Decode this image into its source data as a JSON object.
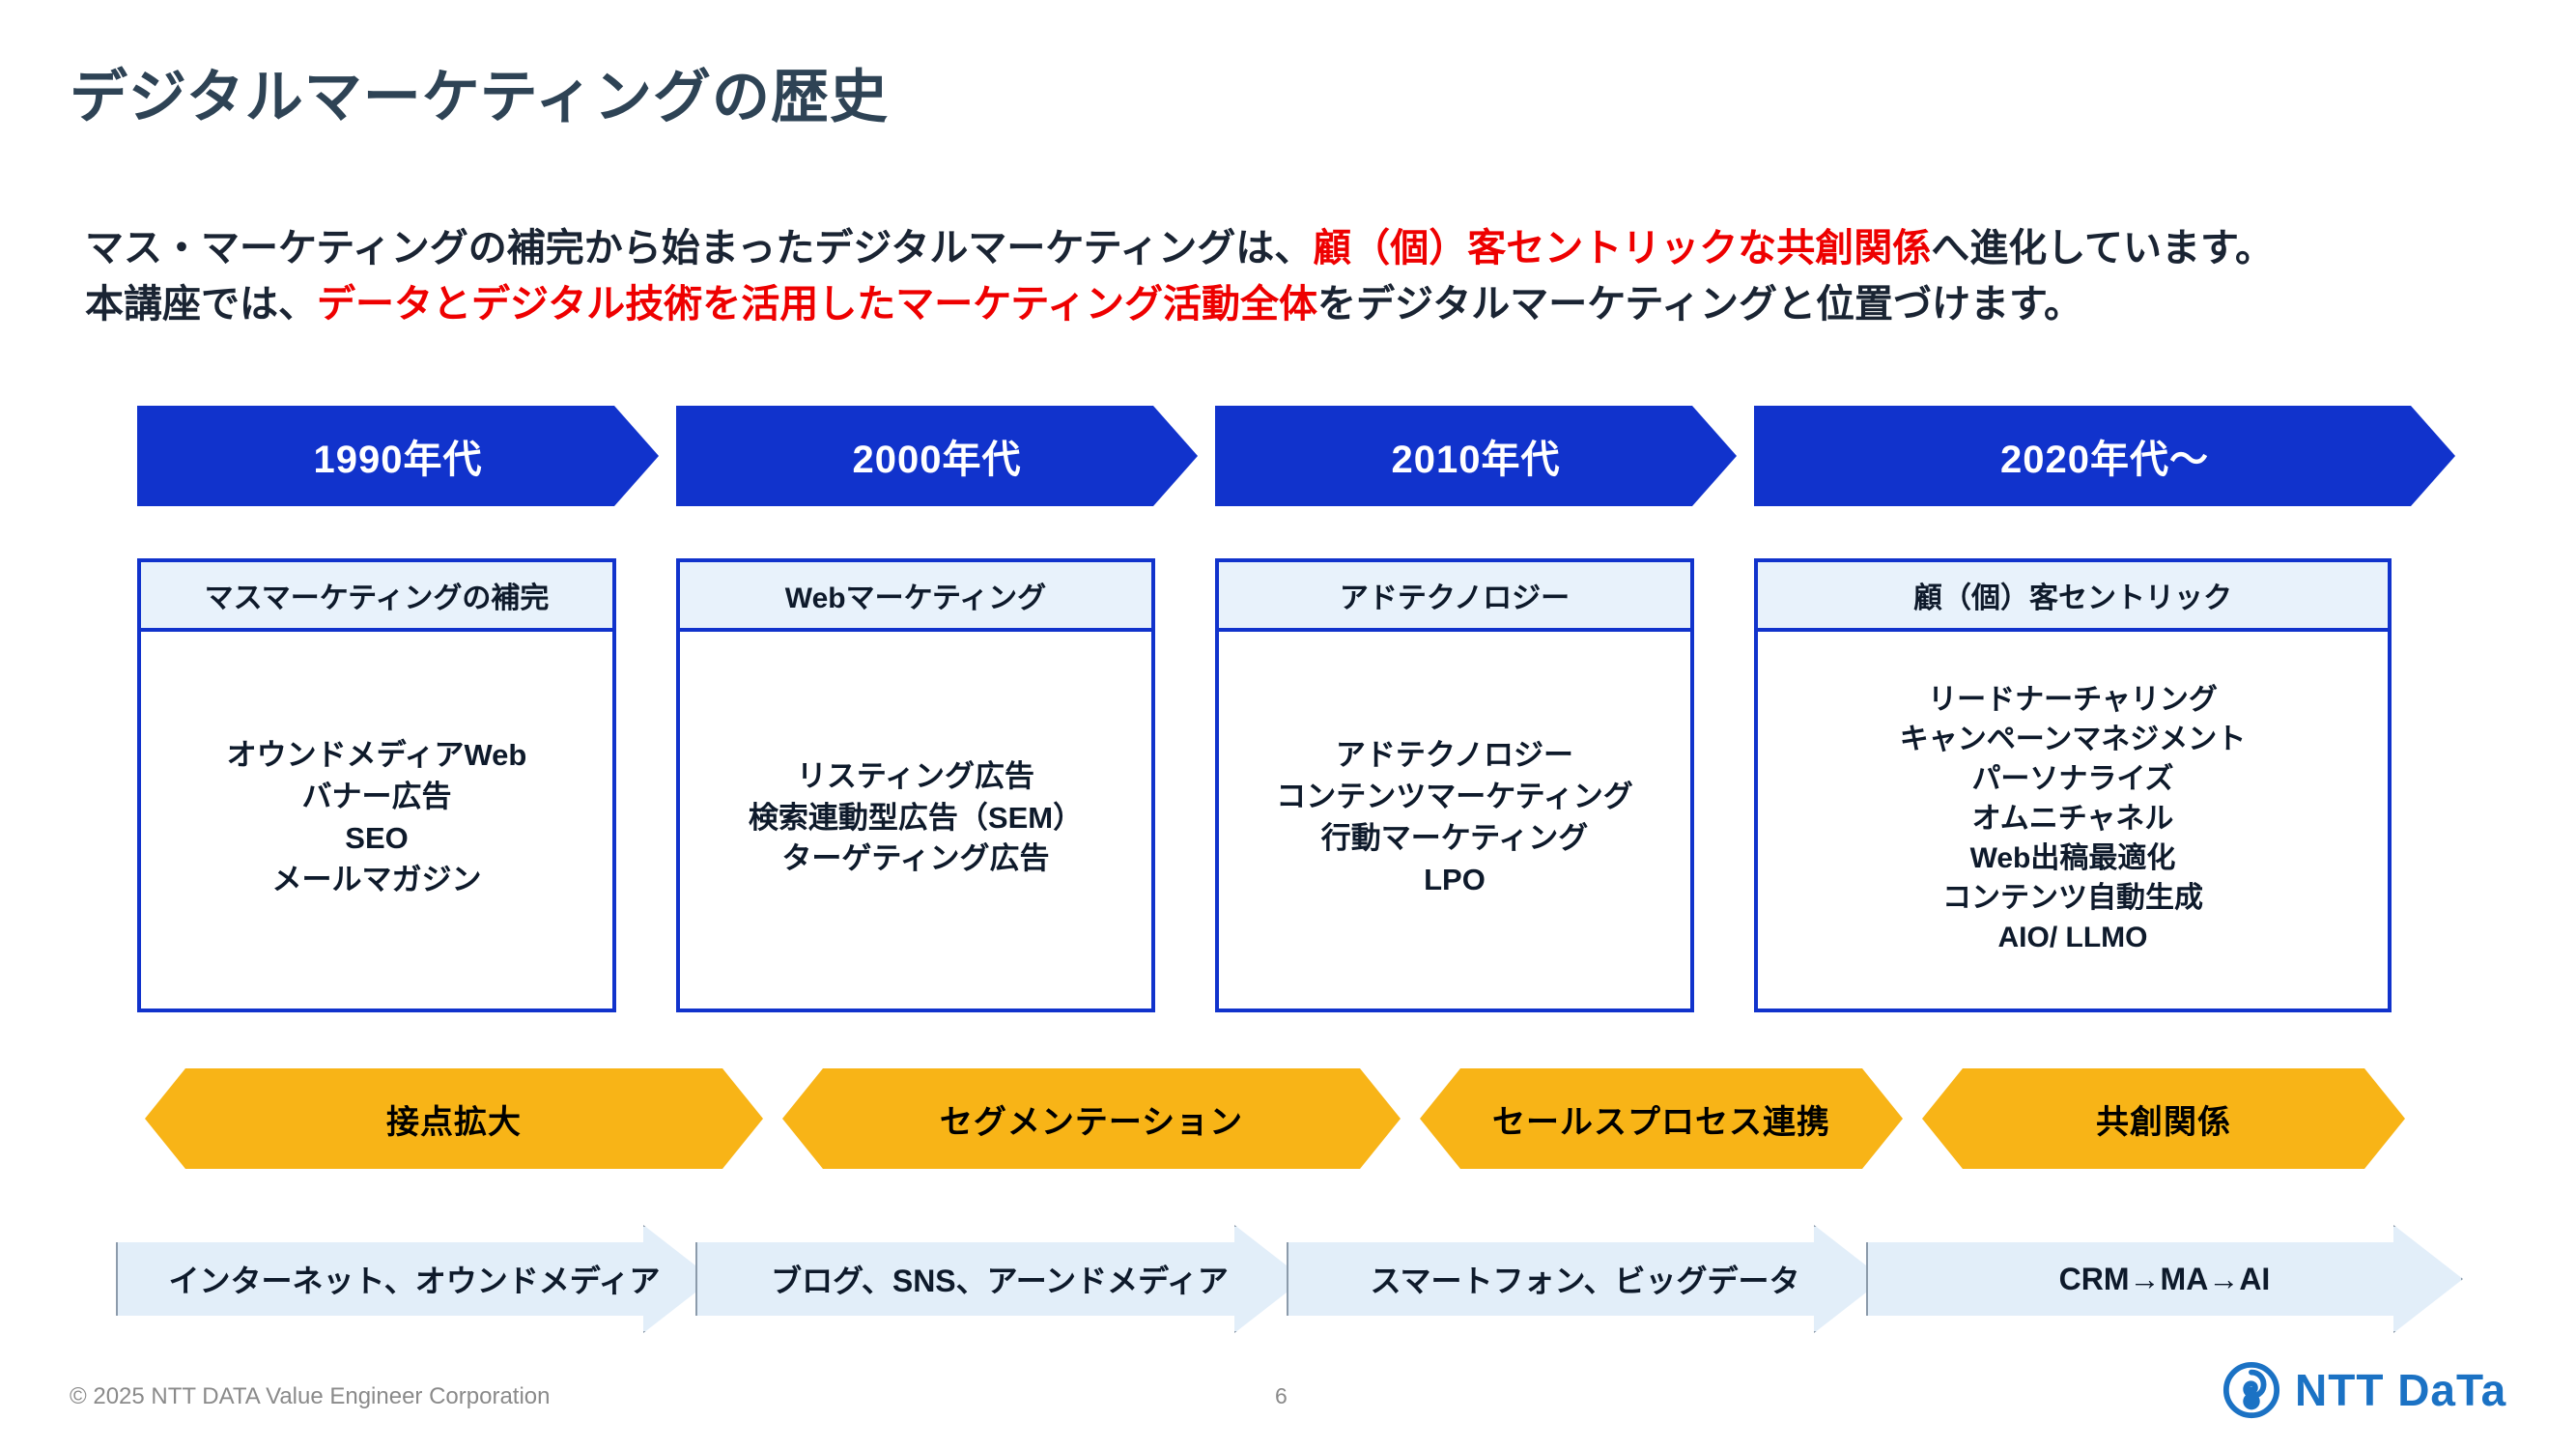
{
  "slide": {
    "title": "デジタルマーケティングの歴史",
    "lead": {
      "line1_a": "マス・マーケティングの補完から始まったデジタルマーケティングは、",
      "line1_hl": "顧（個）客セントリックな共創関係",
      "line1_b": "へ進化しています。",
      "line2_a": "本講座では、",
      "line2_hl": "データとデジタル技術を活用したマーケティング活動全体",
      "line2_b": "をデジタルマーケティングと位置づけます。"
    }
  },
  "eras": [
    {
      "label": "1990年代"
    },
    {
      "label": "2000年代"
    },
    {
      "label": "2010年代"
    },
    {
      "label": "2020年代〜"
    }
  ],
  "columns": [
    {
      "header": "マスマーケティングの補完",
      "items": [
        "オウンドメディアWeb",
        "バナー広告",
        "SEO",
        "メールマガジン"
      ]
    },
    {
      "header": "Webマーケティング",
      "items": [
        "リスティング広告",
        "検索連動型広告（SEM）",
        "ターゲティング広告"
      ]
    },
    {
      "header": "アドテクノロジー",
      "items": [
        "アドテクノロジー",
        "コンテンツマーケティング",
        "行動マーケティング",
        "LPO"
      ]
    },
    {
      "header": "顧（個）客セントリック",
      "items": [
        "リードナーチャリング",
        "キャンペーンマネジメント",
        "パーソナライズ",
        "オムニチャネル",
        "Web出稿最適化",
        "コンテンツ自動生成",
        "AIO/ LLMO"
      ]
    }
  ],
  "themes": [
    {
      "label": "接点拡大"
    },
    {
      "label": "セグメンテーション"
    },
    {
      "label": "セールスプロセス連携"
    },
    {
      "label": "共創関係"
    }
  ],
  "technologies": [
    {
      "label": "インターネット、オウンドメディア"
    },
    {
      "label": "ブログ、SNS、アーンドメディア"
    },
    {
      "label": "スマートフォン、ビッグデータ"
    },
    {
      "label": "CRM→MA→AI"
    }
  ],
  "footer": {
    "copyright": "© 2025 NTT DATA Value Engineer Corporation",
    "page_number": "6",
    "logo_text": "NTT DaTa"
  },
  "colors": {
    "title": "#2E4355",
    "highlight_red": "#EE0000",
    "era_blue": "#1133CC",
    "header_fill": "#E8F2FB",
    "theme_orange": "#F8B417",
    "tech_fill": "#E2EEF9",
    "logo_blue": "#1B72C4"
  }
}
